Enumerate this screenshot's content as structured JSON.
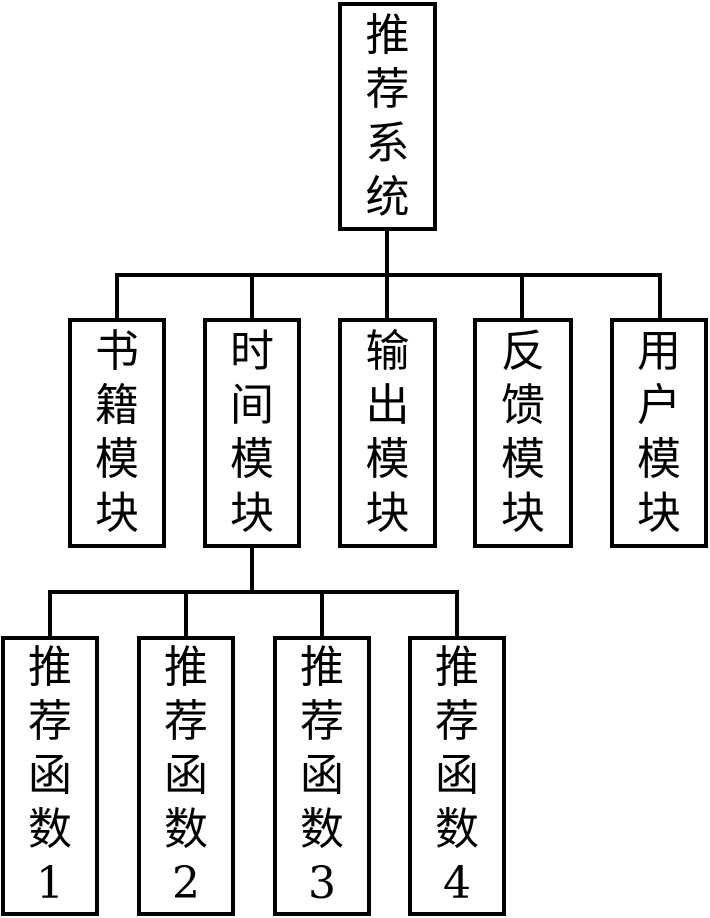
{
  "root": {
    "label": "推\n荐\n系\n统"
  },
  "modules": [
    {
      "label": "书\n籍\n模\n块"
    },
    {
      "label": "时\n间\n模\n块"
    },
    {
      "label": "输\n出\n模\n块"
    },
    {
      "label": "反\n馈\n模\n块"
    },
    {
      "label": "用\n户\n模\n块"
    }
  ],
  "functions": [
    {
      "label": "推\n荐\n函\n数\n1"
    },
    {
      "label": "推\n荐\n函\n数\n2"
    },
    {
      "label": "推\n荐\n函\n数\n3"
    },
    {
      "label": "推\n荐\n函\n数\n4"
    }
  ],
  "colors": {
    "line": "#000000",
    "background": "#ffffff"
  }
}
